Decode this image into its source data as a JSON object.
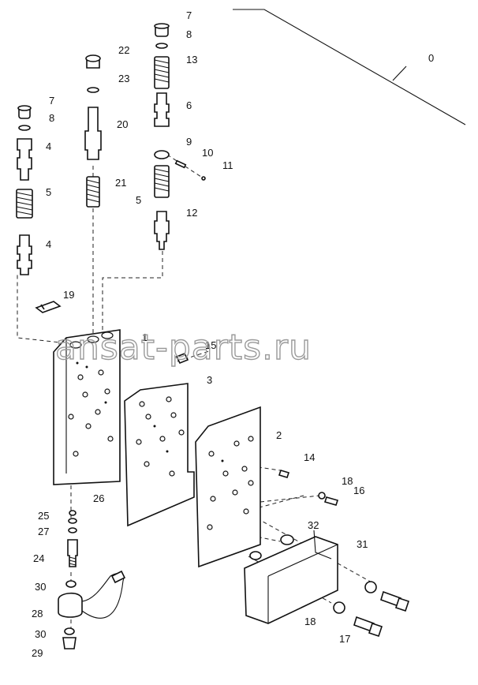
{
  "watermark": "ansat-parts.ru",
  "callouts": [
    "0",
    "1",
    "2",
    "3",
    "4",
    "4",
    "5",
    "5",
    "6",
    "7",
    "7",
    "8",
    "8",
    "9",
    "10",
    "11",
    "12",
    "13",
    "14",
    "15",
    "16",
    "17",
    "18",
    "18",
    "19",
    "20",
    "21",
    "22",
    "23",
    "24",
    "25",
    "26",
    "27",
    "28",
    "29",
    "30",
    "30",
    "31",
    "32"
  ]
}
